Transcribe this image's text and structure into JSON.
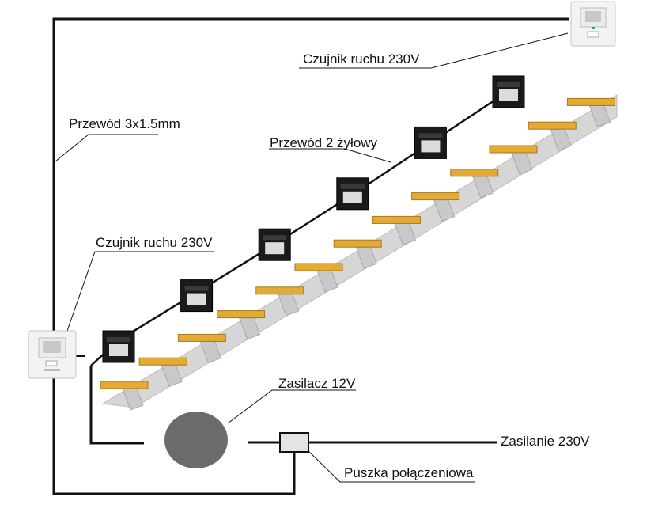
{
  "labels": {
    "sensor_top": "Czujnik ruchu 230V",
    "sensor_left": "Czujnik ruchu 230V",
    "cable_main": "Przewód 3x1.5mm",
    "cable_two_wire": "Przewód 2 żyłowy",
    "power_supply": "Zasilacz 12V",
    "mains_supply": "Zasilanie 230V",
    "junction_box": "Puszka połączeniowa"
  },
  "stairs": {
    "step_count": 13,
    "lamp_count": 6
  },
  "colors": {
    "wire": "#111111",
    "step_tread": "#e3aa34",
    "step_support": "#c9c9c9",
    "stringer": "#d6d6d6",
    "lamp_body": "#1a1a1a",
    "lamp_lens": "#dcdcdc",
    "power_supply": "#6b6b6b",
    "junction_box": "#e4e4e4",
    "sensor_body": "#f3f3f3"
  },
  "icons": [
    "motion-sensor-icon",
    "stair-lamp-icon",
    "power-supply-icon",
    "junction-box-icon"
  ]
}
